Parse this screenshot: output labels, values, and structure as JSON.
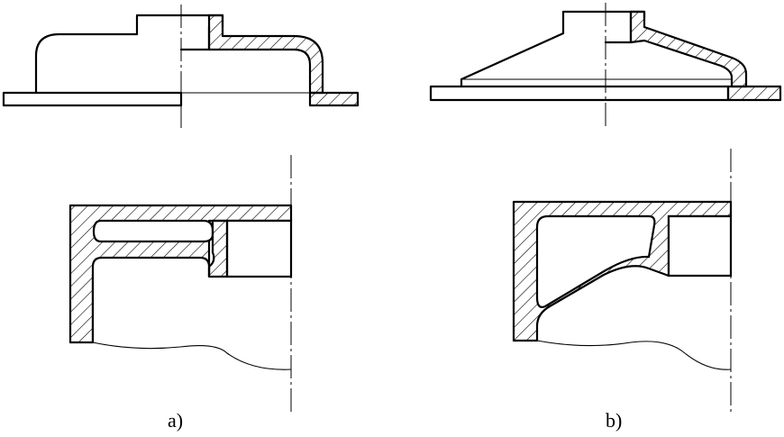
{
  "figure": {
    "labels": [
      {
        "id": "a",
        "text": "a)"
      },
      {
        "id": "b",
        "text": "b)"
      }
    ]
  }
}
